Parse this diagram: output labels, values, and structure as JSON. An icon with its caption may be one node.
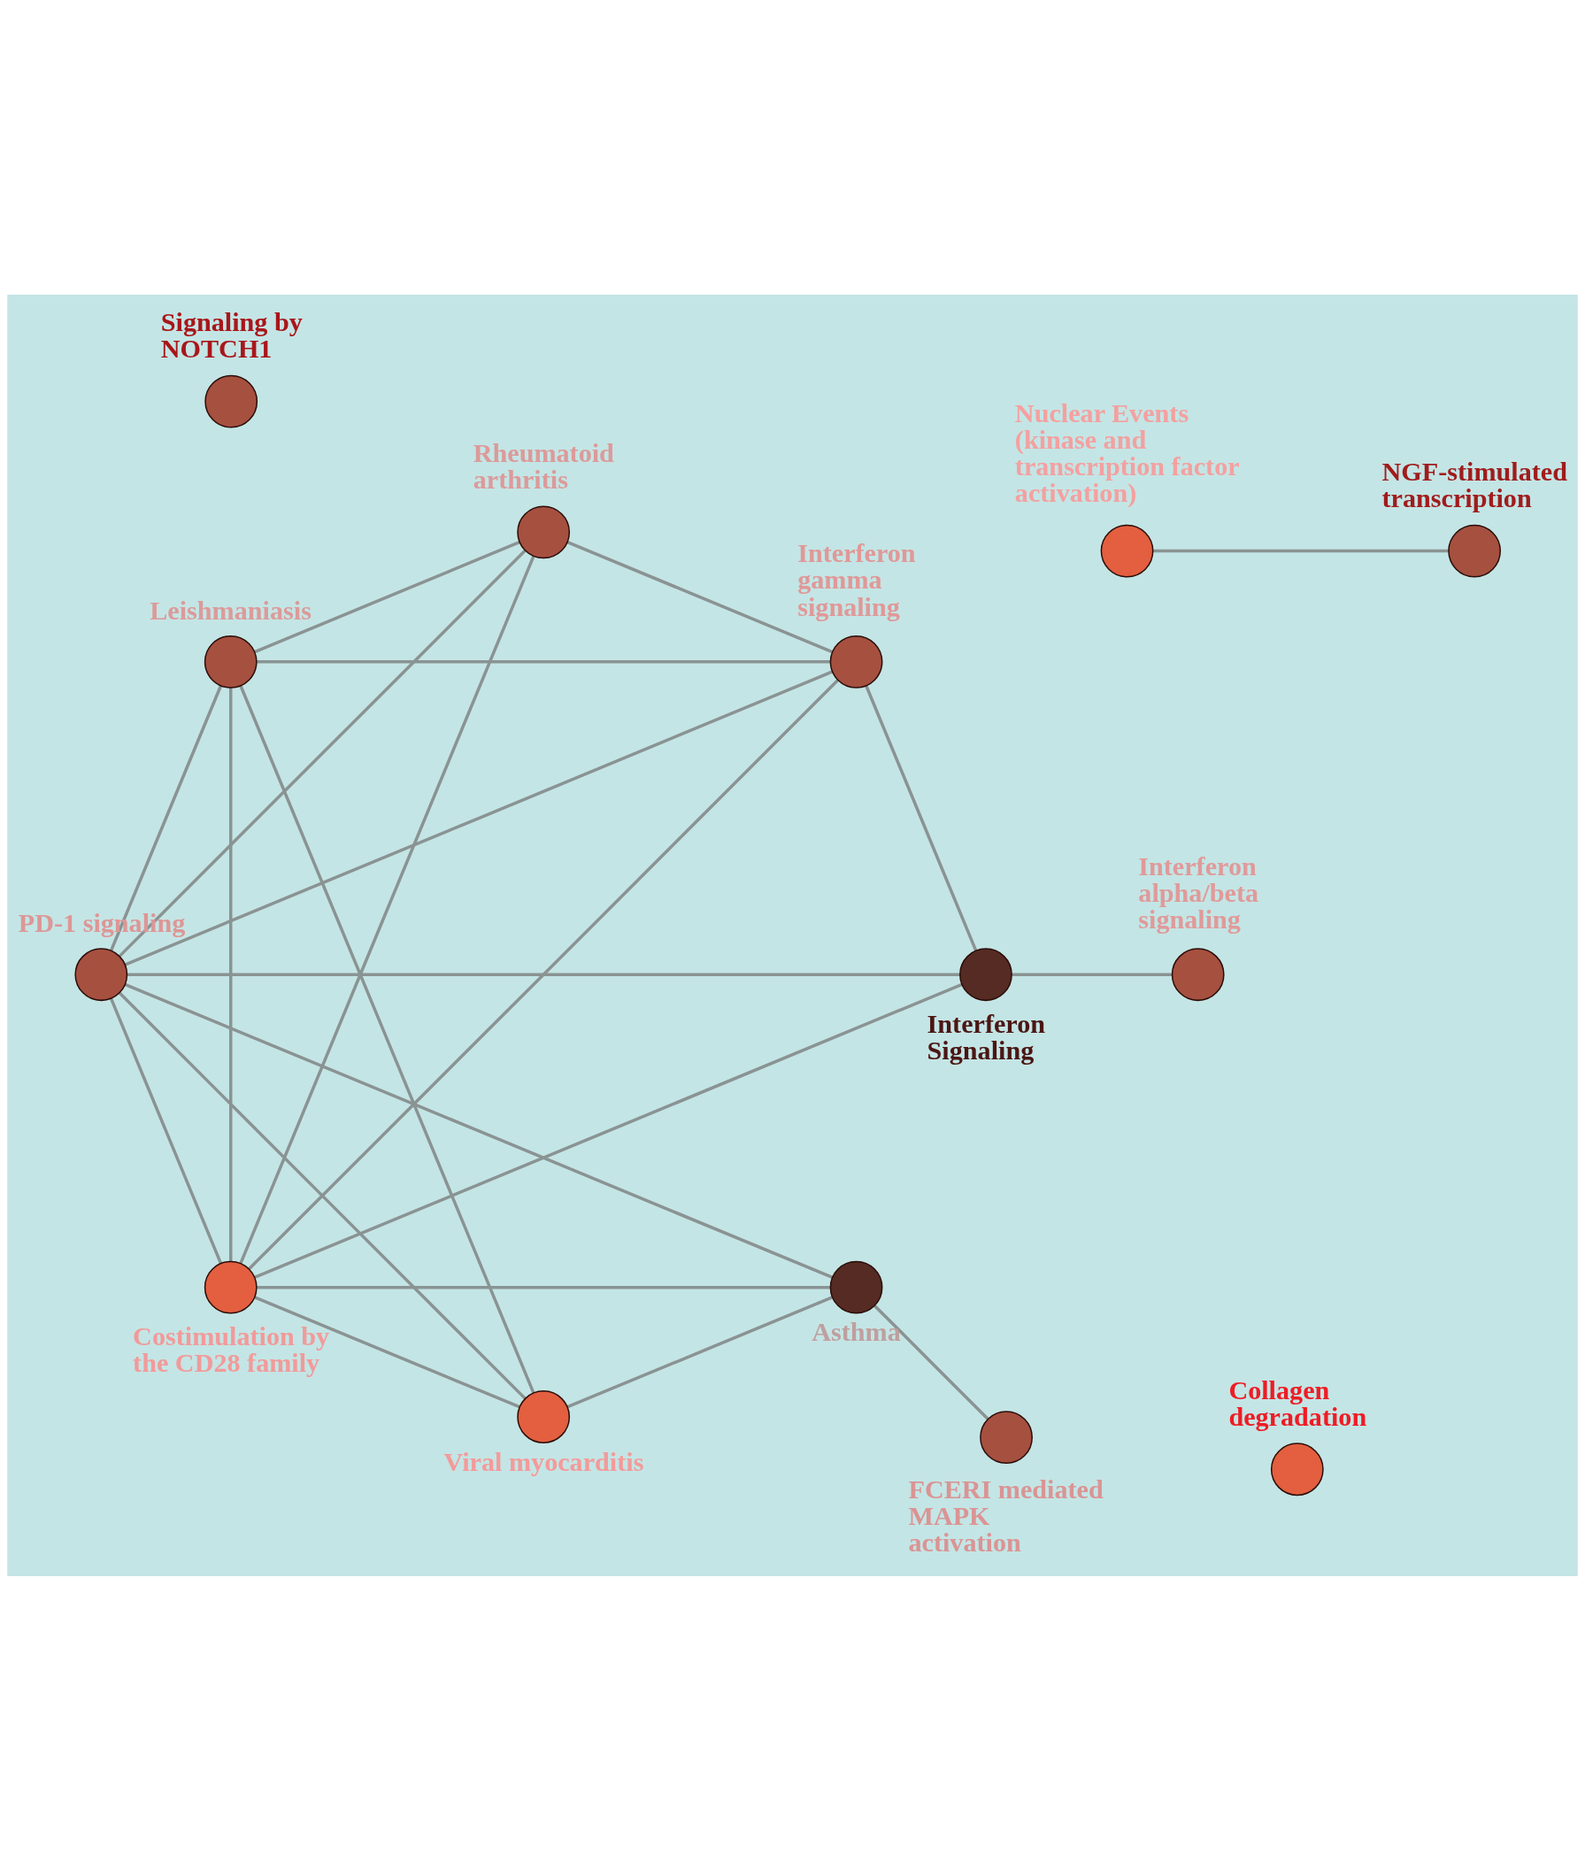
{
  "diagram": {
    "nodes": [
      {
        "text": [
          "PD-1 signaling"
        ]
      },
      {
        "text": [
          "FCERI mediated MAPK activation"
        ]
      },
      {
        "text": [
          "Costimulation by the CD28 family"
        ]
      },
      {
        "text": [
          "Viral myocarditis"
        ]
      },
      {
        "text": [
          "Leishmaniasis"
        ]
      },
      {
        "text": [
          "Interferon gamma signaling"
        ]
      },
      {
        "text": [
          "Asthma"
        ]
      },
      {
        "text": [
          "Rheumatoid arthritis"
        ]
      },
      {
        "text": [
          "Interferon Signaling"
        ]
      },
      {
        "text": [
          "Interferon alpha/beta signaling"
        ]
      },
      {
        "text": [
          "Nuclear Events (kinase and transcription factor activation)"
        ]
      },
      {
        "text": [
          "NGF-stimulated transcription"
        ]
      },
      {
        "text": [
          "Signaling by NOTCH1"
        ]
      },
      {
        "text": [
          "Collagen degradation"
        ]
      }
    ],
    "edges": [
      {
        "from": 0,
        "to": 2,
        "arrow": "none"
      },
      {
        "from": 0,
        "to": 4,
        "arrow": "none"
      },
      {
        "from": 0,
        "to": 6,
        "arrow": "none"
      },
      {
        "from": 0,
        "to": 7,
        "arrow": "none"
      },
      {
        "from": 0,
        "to": 8,
        "arrow": "none"
      },
      {
        "from": 0,
        "to": 5,
        "arrow": "none"
      },
      {
        "from": 0,
        "to": 3,
        "arrow": "none"
      },
      {
        "from": 2,
        "to": 4,
        "arrow": "none"
      },
      {
        "from": 2,
        "to": 6,
        "arrow": "none"
      },
      {
        "from": 2,
        "to": 7,
        "arrow": "none"
      },
      {
        "from": 2,
        "to": 8,
        "arrow": "none"
      },
      {
        "from": 2,
        "to": 5,
        "arrow": "none"
      },
      {
        "from": 2,
        "to": 3,
        "arrow": "none"
      },
      {
        "from": 4,
        "to": 3,
        "arrow": "none"
      },
      {
        "from": 4,
        "to": 5,
        "arrow": "none"
      },
      {
        "from": 4,
        "to": 7,
        "arrow": "none"
      },
      {
        "from": 6,
        "to": 1,
        "arrow": "none"
      },
      {
        "from": 6,
        "to": 3,
        "arrow": "none"
      },
      {
        "from": 7,
        "to": 5,
        "arrow": "none"
      },
      {
        "from": 8,
        "to": 5,
        "arrow": "none"
      },
      {
        "from": 8,
        "to": 9,
        "arrow": "none"
      },
      {
        "from": 10,
        "to": 11,
        "arrow": "none"
      }
    ]
  }
}
